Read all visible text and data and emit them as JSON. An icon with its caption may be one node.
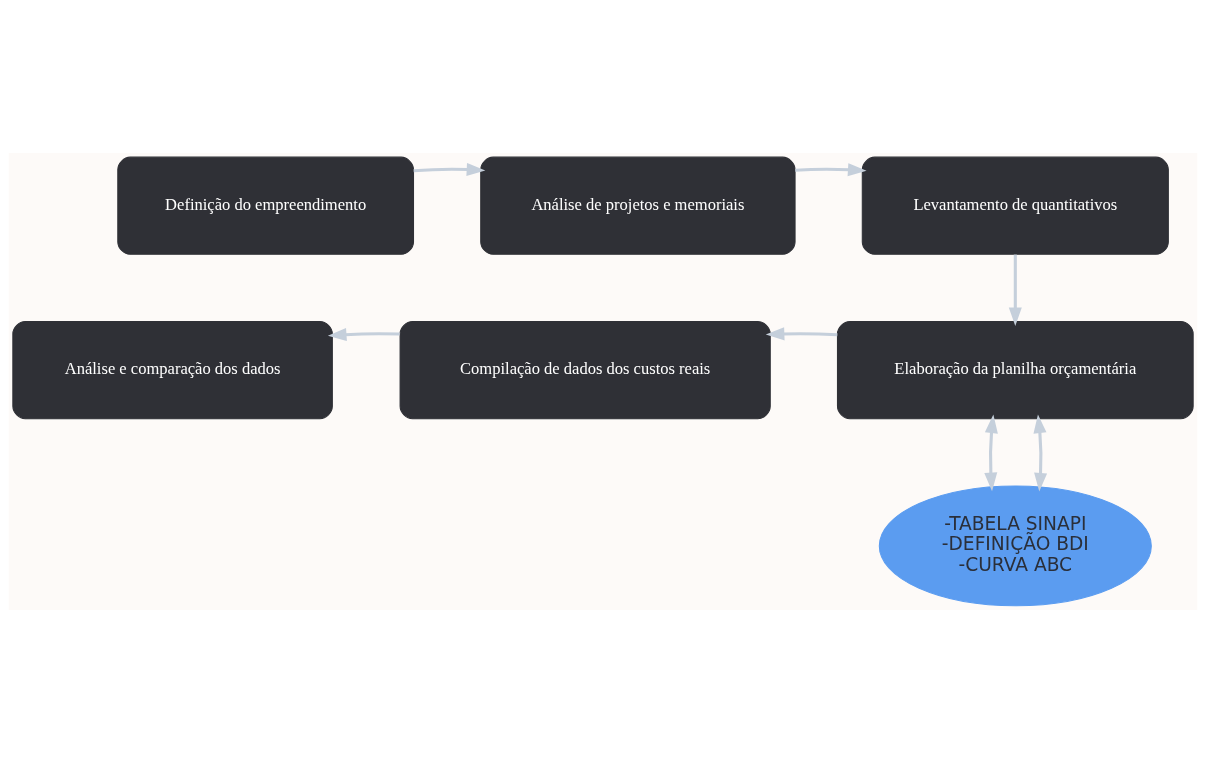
{
  "diagram": {
    "nodes": [
      {
        "text": [
          "Definição do empreendimento"
        ]
      },
      {
        "text": [
          "Análise de projetos e memoriais"
        ]
      },
      {
        "text": [
          "Levantamento de quantitativos"
        ]
      },
      {
        "text": [
          "Análise e comparação dos dados"
        ]
      },
      {
        "text": [
          "Compilação de dados dos custos reais"
        ]
      },
      {
        "text": [
          "Elaboração da planilha orçamentária"
        ]
      },
      {
        "text": [
          "-TABELA SINAPI",
          "-DEFINIÇÃO BDI",
          "-CURVA ABC"
        ]
      }
    ],
    "edges": [
      {
        "from": 0,
        "to": 1,
        "arrow": "to"
      },
      {
        "from": 1,
        "to": 2,
        "arrow": "to"
      },
      {
        "from": 2,
        "to": 5,
        "arrow": "to"
      },
      {
        "from": 5,
        "to": 4,
        "arrow": "to"
      },
      {
        "from": 4,
        "to": 3,
        "arrow": "to"
      },
      {
        "from": 5,
        "to": 6,
        "arrow": "both"
      },
      {
        "from": 5,
        "to": 6,
        "arrow": "both"
      }
    ]
  }
}
